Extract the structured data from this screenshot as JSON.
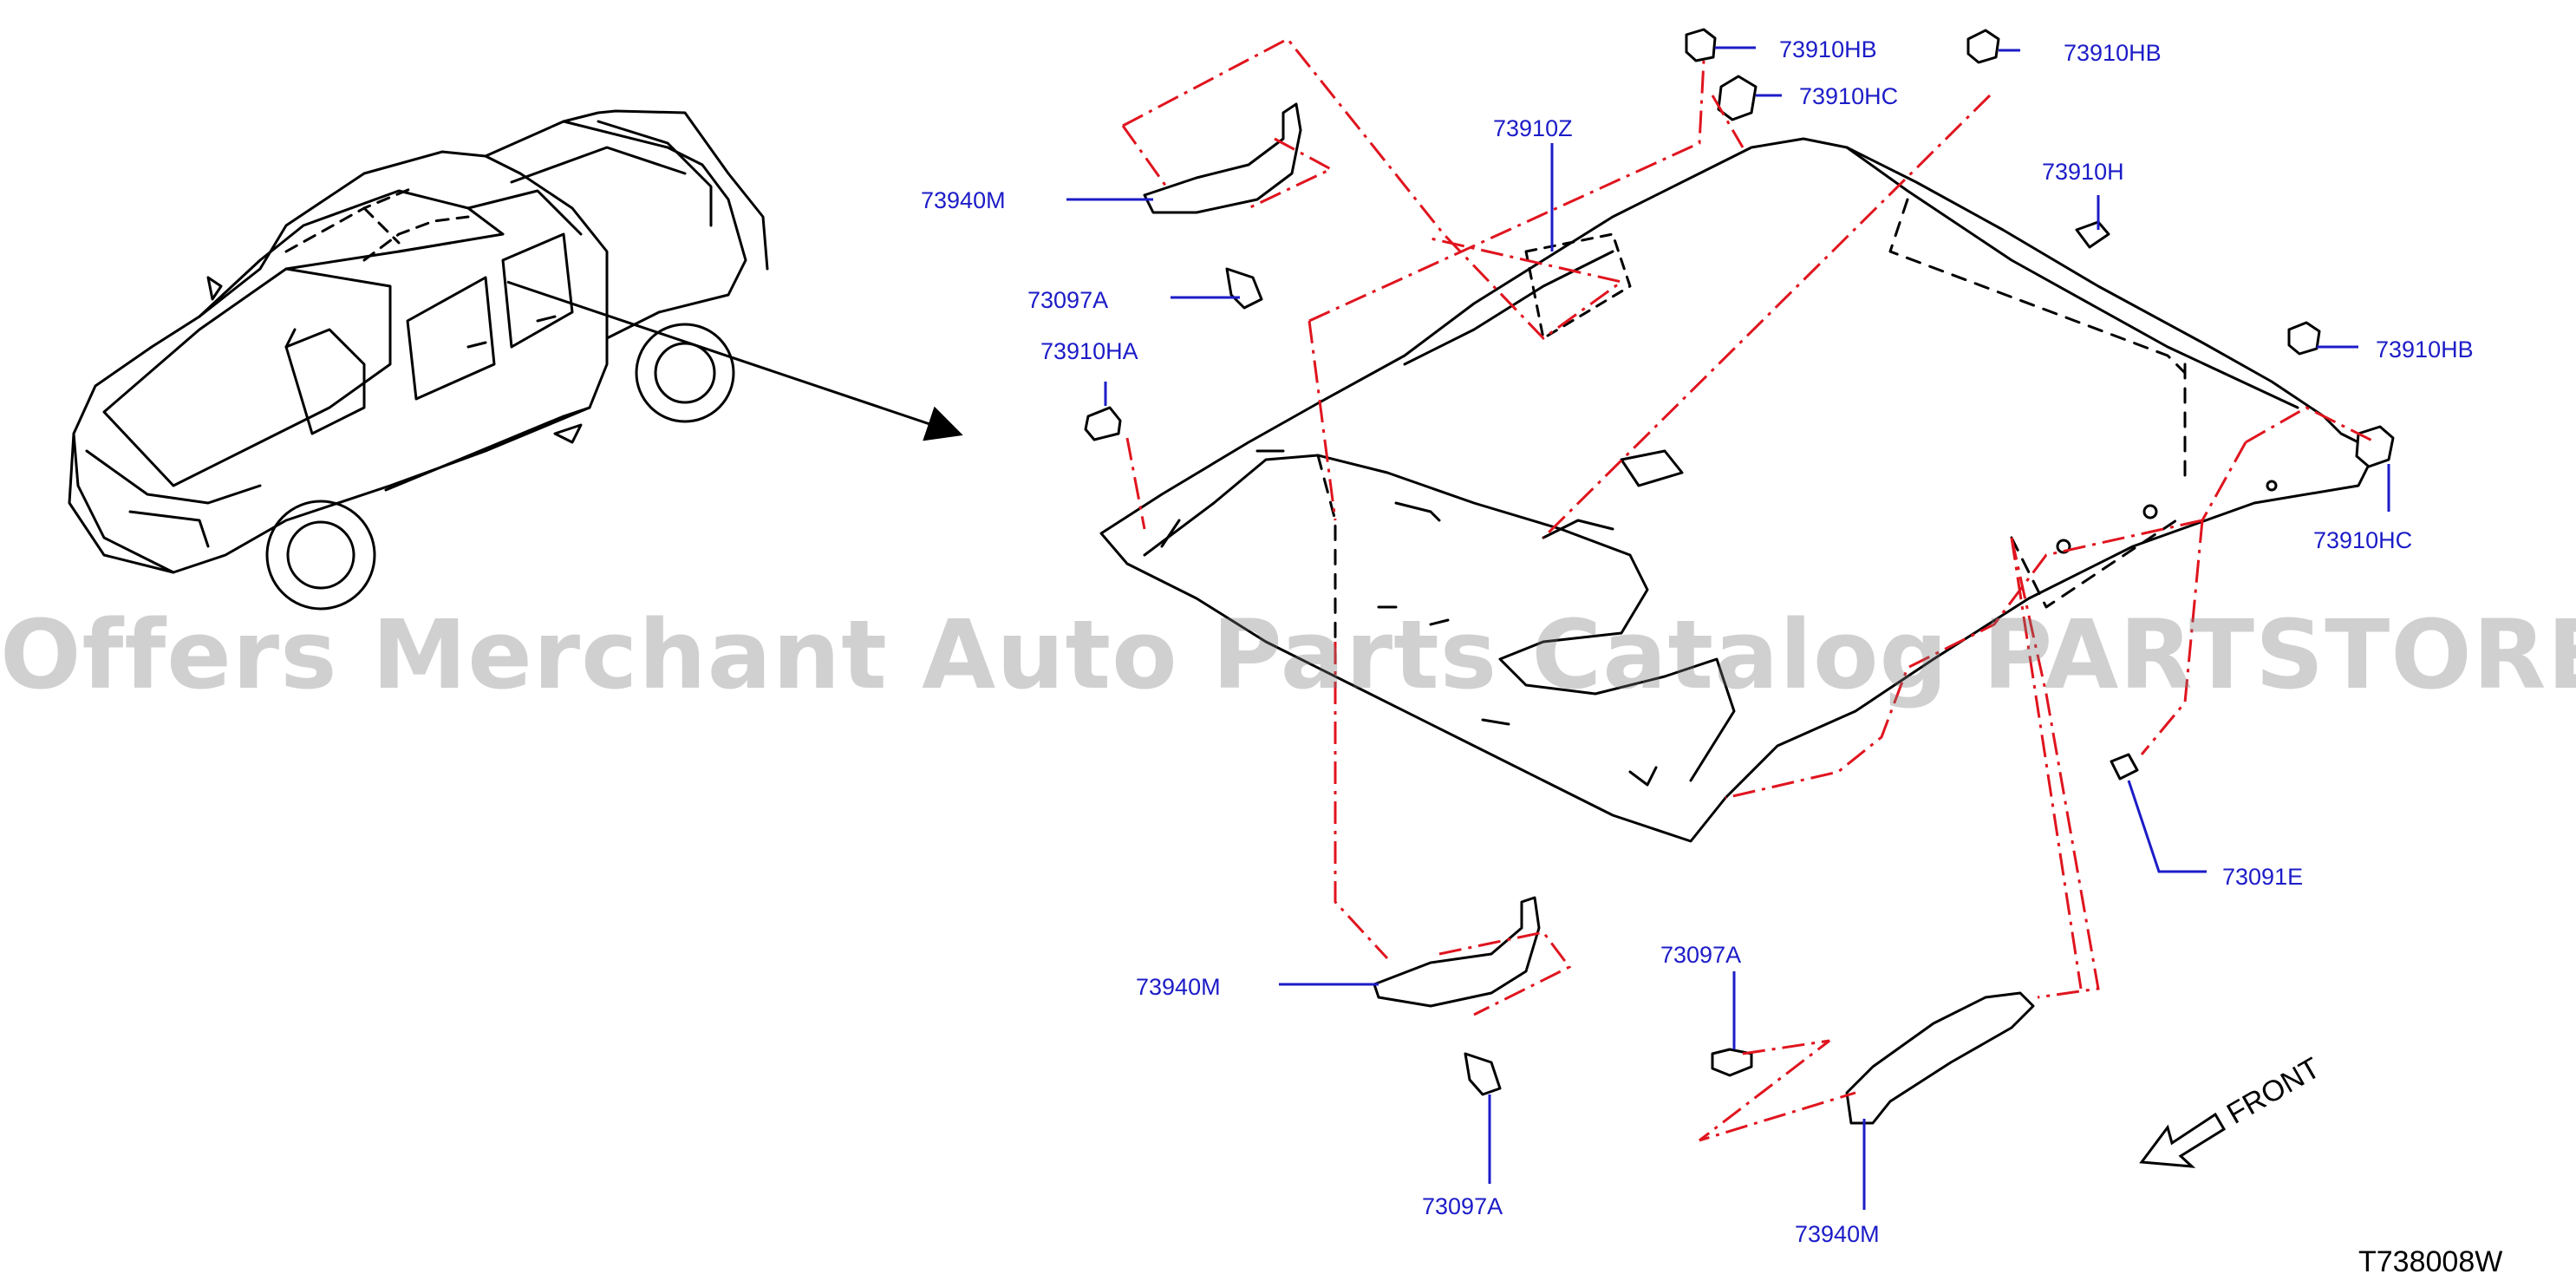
{
  "watermark": "Offers Merchant Auto Parts Catalog PARTSTORE.SA",
  "diagram_code": "T738008W",
  "front_label": "FRONT",
  "colors": {
    "label": "#1c1cc8",
    "leader": "#1c1cc8",
    "chain_line": "#e0141e",
    "outline": "#000000"
  },
  "parts": {
    "hb_top_center": "73910HB",
    "hc_top_center": "73910HC",
    "hb_top_right": "73910HB",
    "z": "73910Z",
    "h": "73910H",
    "m_top_left": "73940M",
    "a_top_left": "73097A",
    "ha": "73910HA",
    "hb_right": "73910HB",
    "hc_right": "73910HC",
    "e": "73091E",
    "m_bottom_center": "73940M",
    "a_bottom_center": "73097A",
    "a_bottom_right": "73097A",
    "m_bottom_right": "73940M"
  }
}
